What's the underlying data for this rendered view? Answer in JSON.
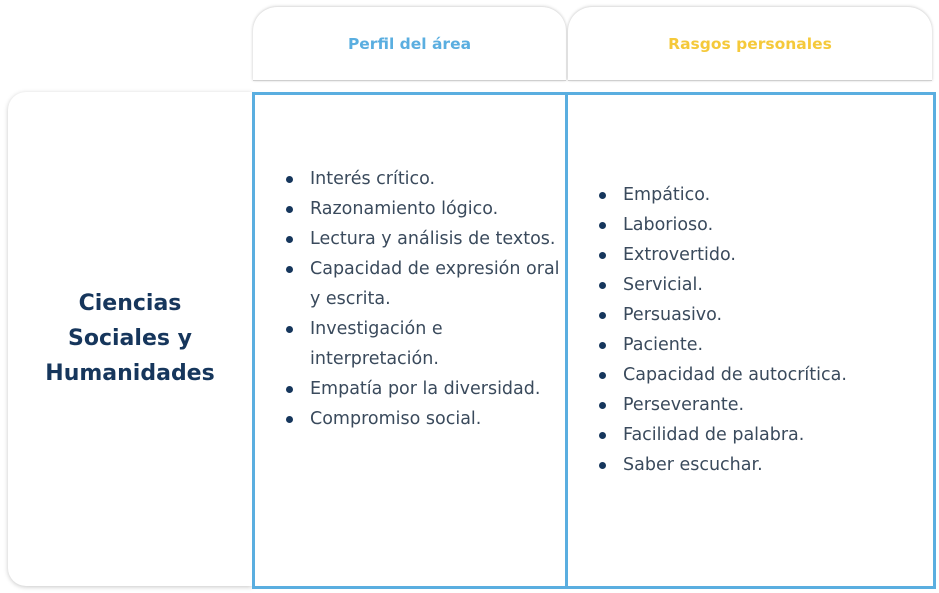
{
  "header": {
    "profile_label": "Perfil del área",
    "traits_label": "Rasgos personales"
  },
  "area": {
    "title": "Ciencias Sociales y Humanidades"
  },
  "profile": {
    "items": [
      "Interés crítico.",
      "Razonamiento lógico.",
      "Lectura y análisis de textos.",
      "Capacidad de expresión oral y escrita.",
      "Investigación e interpretación.",
      "Empatía por la diversidad.",
      "Compromiso social."
    ]
  },
  "traits": {
    "items": [
      "Empático.",
      "Laborioso.",
      "Extrovertido.",
      "Servicial.",
      "Persuasivo.",
      "Paciente.",
      "Capacidad de autocrítica.",
      "Perseverante.",
      "Facilidad de  palabra.",
      "Saber escuchar."
    ]
  },
  "colors": {
    "profile_accent": "#5aaee0",
    "traits_accent": "#f5c93a",
    "title_navy": "#16365c",
    "body_text": "#3a4a5c"
  }
}
